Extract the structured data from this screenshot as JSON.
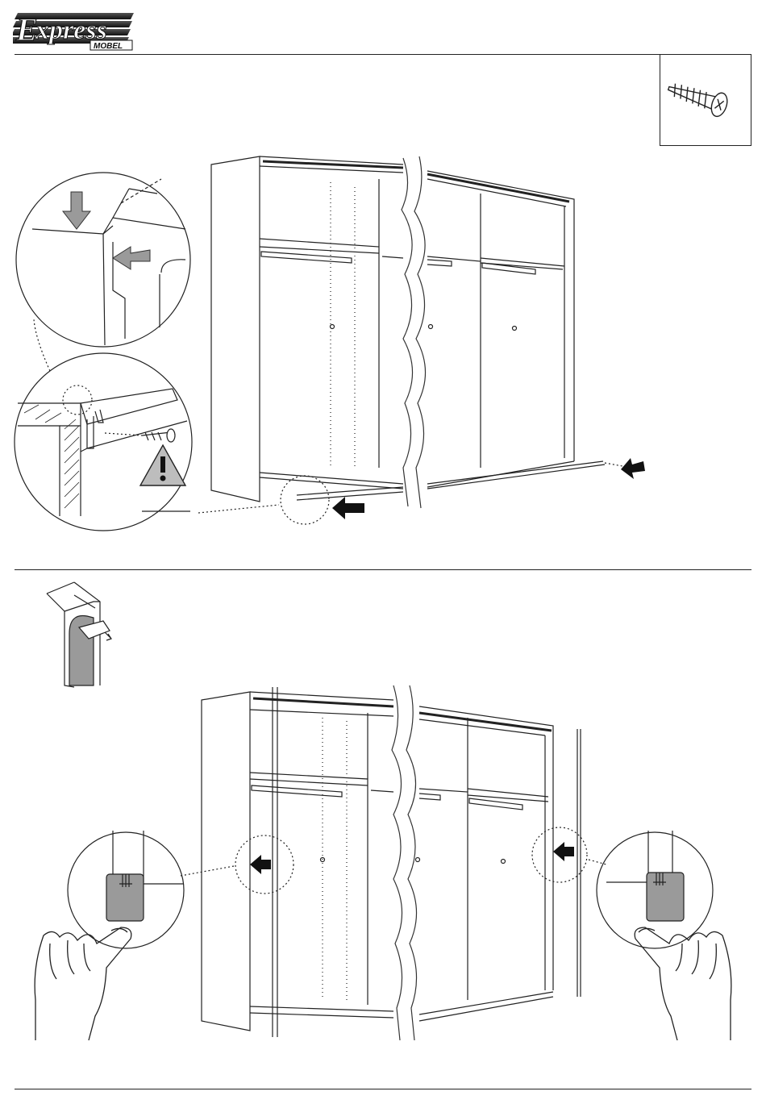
{
  "brand": {
    "name": "xpress",
    "initial": "E",
    "sub": "MOBEL"
  },
  "icons": {
    "logo": "express-mobel-logo",
    "screw": "screw-icon",
    "warning": "warning-triangle-icon",
    "arrow": "push-arrow-icon",
    "hand": "hand-icon",
    "tape": "peel-tape-icon"
  },
  "colors": {
    "line": "#222222",
    "gray_fill": "#9a9a9a",
    "light_gray": "#bdbdbd",
    "logo_dark": "#2a2a2a"
  }
}
